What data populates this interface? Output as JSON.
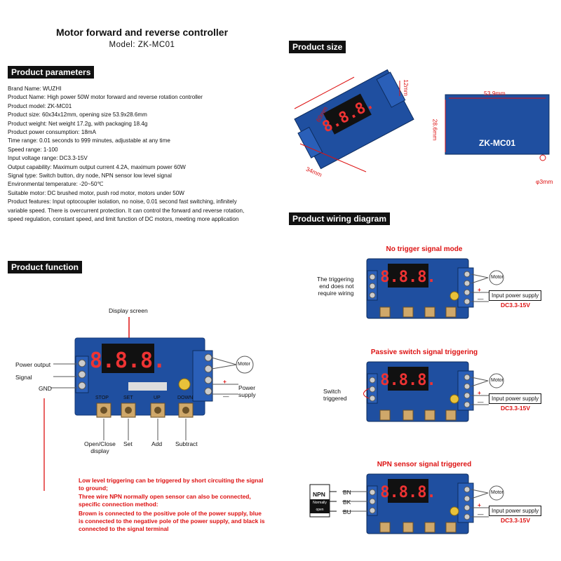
{
  "header": {
    "title": "Motor forward and reverse controller",
    "model": "Model:  ZK-MC01"
  },
  "sections": {
    "parameters": "Product parameters",
    "function": "Product function",
    "size": "Product size",
    "wiring": "Product wiring diagram"
  },
  "params": [
    "Brand Name: WUZHI",
    "Product Name: High power 50W motor forward and reverse rotation controller",
    "Product model: ZK-MC01",
    "Product size: 60x34x12mm, opening size 53.9x28.6mm",
    "Product weight: Net weight 17.2g, with packaging 18.4g",
    "Product power consumption: 18mA",
    "Time range: 0.01 seconds to 999 minutes, adjustable at any time",
    "Speed range: 1-100",
    "Input voltage range: DC3.3-15V",
    "Output capability:  Maximum output current 4.2A, maximum power 60W",
    "Signal type: Switch button, dry node, NPN sensor low level signal",
    "Environmental temperature: -20~50℃",
    "Suitable motor: DC brushed motor, push rod motor, motors under 50W",
    "Product features: Input optocoupler isolation, no noise, 0.01 second fast switching, infinitely",
    "variable speed. There is overcurrent protection. It can control the forward and reverse rotation,",
    "speed regulation, constant speed, and limit function of DC motors, meeting more application"
  ],
  "function": {
    "display_screen": "Display screen",
    "power_output": "Power output",
    "signal": "Signal",
    "gnd": "GND",
    "motor": "Motor",
    "power_supply": "Power\nsupply",
    "plus": "+",
    "minus": "—",
    "btn_labels": [
      "STOP",
      "SET",
      "UP",
      "DOWN"
    ],
    "btn_captions": [
      "Open/Close\ndisplay",
      "Set",
      "Add",
      "Subtract"
    ],
    "pcb_glyph": "8.8.8.",
    "notes": [
      "Low level triggering can be triggered by short circuiting the signal to ground;",
      "Three wire NPN normally open sensor can also be connected, specific connection method:",
      "Brown is connected to the positive pole of the power supply, blue is connected to the negative pole of the power supply, and black is connected to the signal terminal"
    ]
  },
  "size": {
    "len": "60mm",
    "width": "34mm",
    "height": "12mm",
    "open_w": "53.9mm",
    "open_h": "28.6mm",
    "hole": "φ3mm",
    "board": "ZK-MC01"
  },
  "wiring": [
    {
      "title": "No trigger signal mode",
      "left_note": "The triggering\nend does not\nrequire wiring"
    },
    {
      "title": "Passive switch signal triggering",
      "left_note": "Switch\ntriggered"
    },
    {
      "title": "NPN sensor signal triggered",
      "npn": "NPN",
      "npn_sub": "Normally open",
      "wires": [
        "BN",
        "BK",
        "BU"
      ]
    }
  ],
  "wiring_common": {
    "motor": "Motor",
    "supply": "Input power supply",
    "voltage": "DC3.3-15V",
    "plus": "+",
    "minus": "—"
  }
}
